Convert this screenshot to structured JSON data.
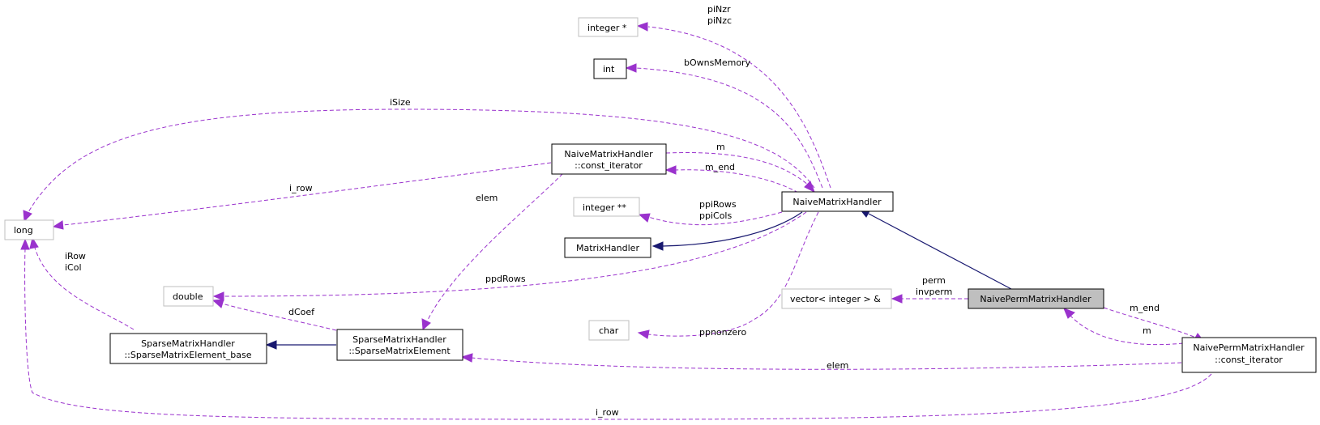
{
  "nodes": {
    "long": "long",
    "integer_ptr": "integer *",
    "int": "int",
    "integer_ptrptr": "integer **",
    "double": "double",
    "char": "char",
    "vector": "vector< integer > &",
    "naive_mh": "NaiveMatrixHandler",
    "matrix_handler": "MatrixHandler",
    "naive_const_iter_l1": "NaiveMatrixHandler",
    "naive_const_iter_l2": "::const_iterator",
    "smh_base_l1": "SparseMatrixHandler",
    "smh_base_l2": "::SparseMatrixElement_base",
    "smh_elem_l1": "SparseMatrixHandler",
    "smh_elem_l2": "::SparseMatrixElement",
    "naive_perm_mh": "NaivePermMatrixHandler",
    "naive_perm_iter_l1": "NaivePermMatrixHandler",
    "naive_perm_iter_l2": "::const_iterator"
  },
  "edge_labels": {
    "pinzr": "piNzr",
    "pinzc": "piNzc",
    "bownsmemory": "bOwnsMemory",
    "isize": "iSize",
    "m_top": "m",
    "m_end_top": "m_end",
    "i_row_top": "i_row",
    "elem_left": "elem",
    "ppirows": "ppiRows",
    "ppicols": "ppiCols",
    "ppdrows": "ppdRows",
    "irow": "iRow",
    "icol": "iCol",
    "dcoef": "dCoef",
    "ppnonzero": "ppnonzero",
    "perm": "perm",
    "invperm": "invperm",
    "m_end_right": "m_end",
    "m_right": "m",
    "elem_bottom": "elem",
    "i_row_bottom": "i_row"
  }
}
